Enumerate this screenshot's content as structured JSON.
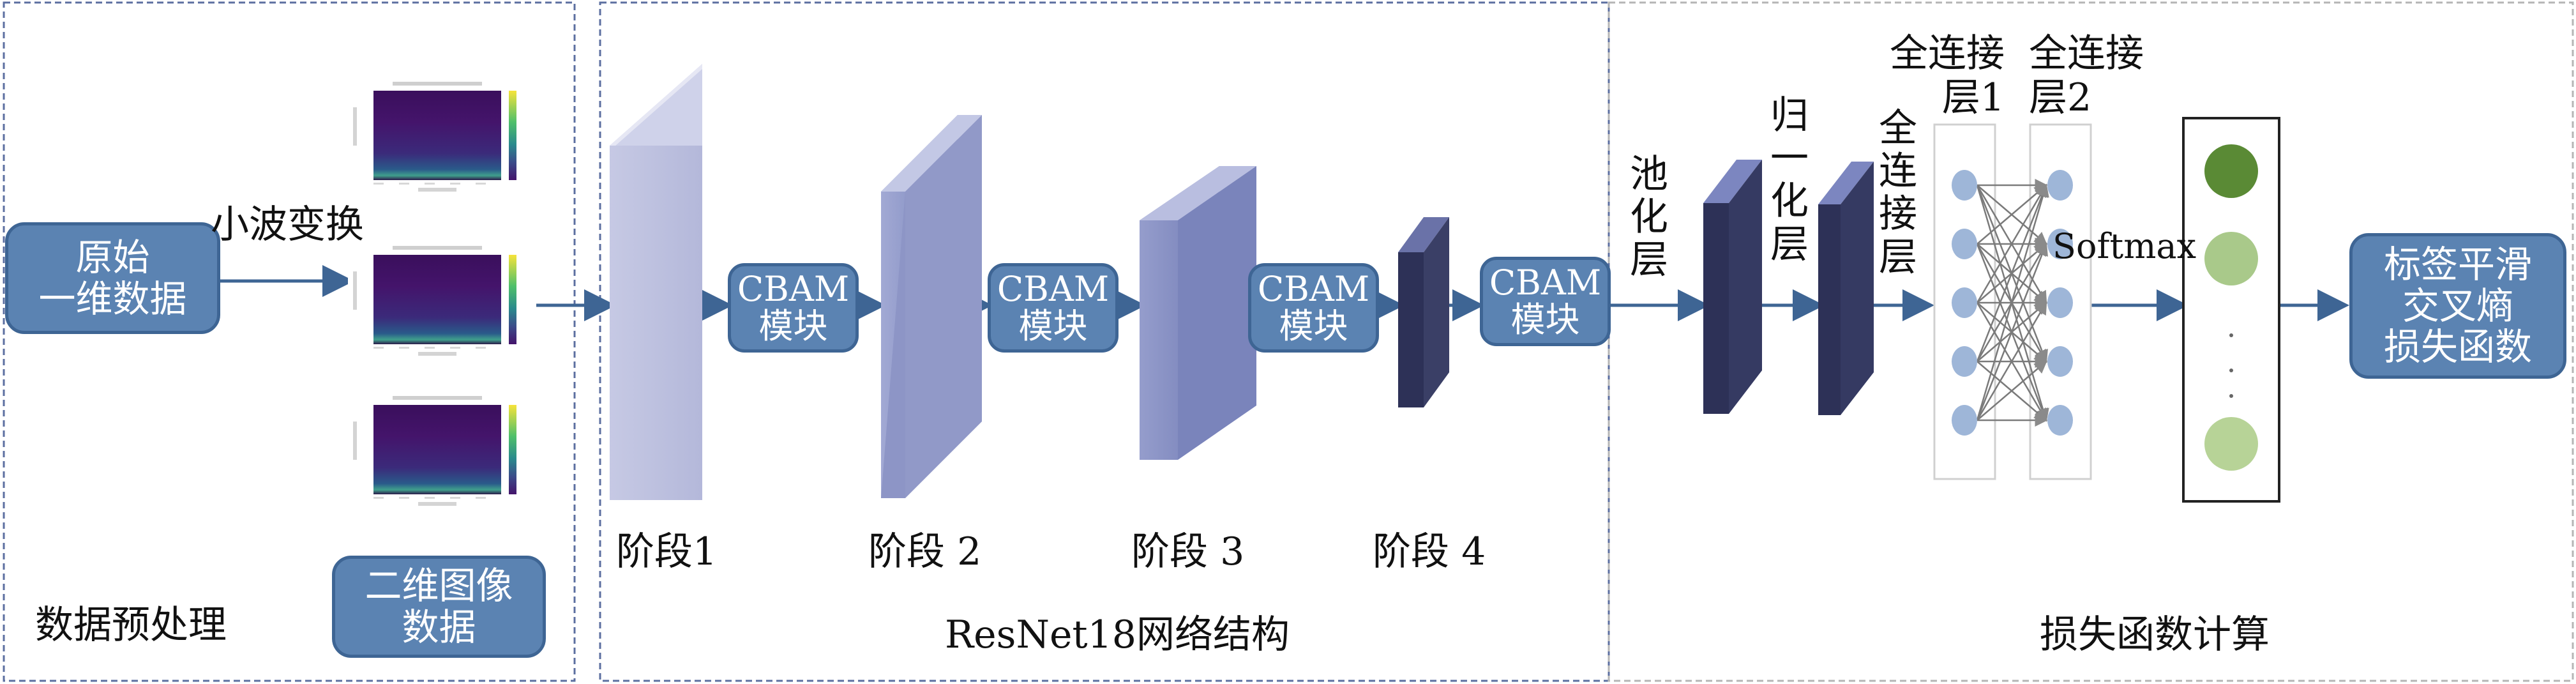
{
  "sections": {
    "preprocess": "数据预处理",
    "resnet": "ResNet18网络结构",
    "loss": "损失函数计算"
  },
  "input_box": "原始\n一维数据",
  "wavelet_label": "小波变换",
  "image_box": "二维图像\n数据",
  "cbam_label": "CBAM\n模块",
  "stages": [
    "阶段1",
    "阶段 2",
    "阶段 3",
    "阶段 4"
  ],
  "pool_label": "池化层",
  "norm_label": "归一化层",
  "fc_label": "全连接层",
  "fc1_label": "全连接\n层1",
  "fc2_label": "全连接\n层2",
  "softmax": "Softmax",
  "output_box": "标签平滑\n交叉熵\n损失函数",
  "colors": {
    "section_border": "#5c6fa0",
    "section_border_right": "#b5b5b5",
    "box_fill": "#5b83b2",
    "arrow": "#3e6594",
    "stage1": "#bcc0df",
    "stage2": "#9aa2cf",
    "stage3": "#8a93c5",
    "stage4": "#3a3f66",
    "node": "#9eb6d8",
    "output_dark": "#5a8a35",
    "output_light": "#b7d397"
  }
}
